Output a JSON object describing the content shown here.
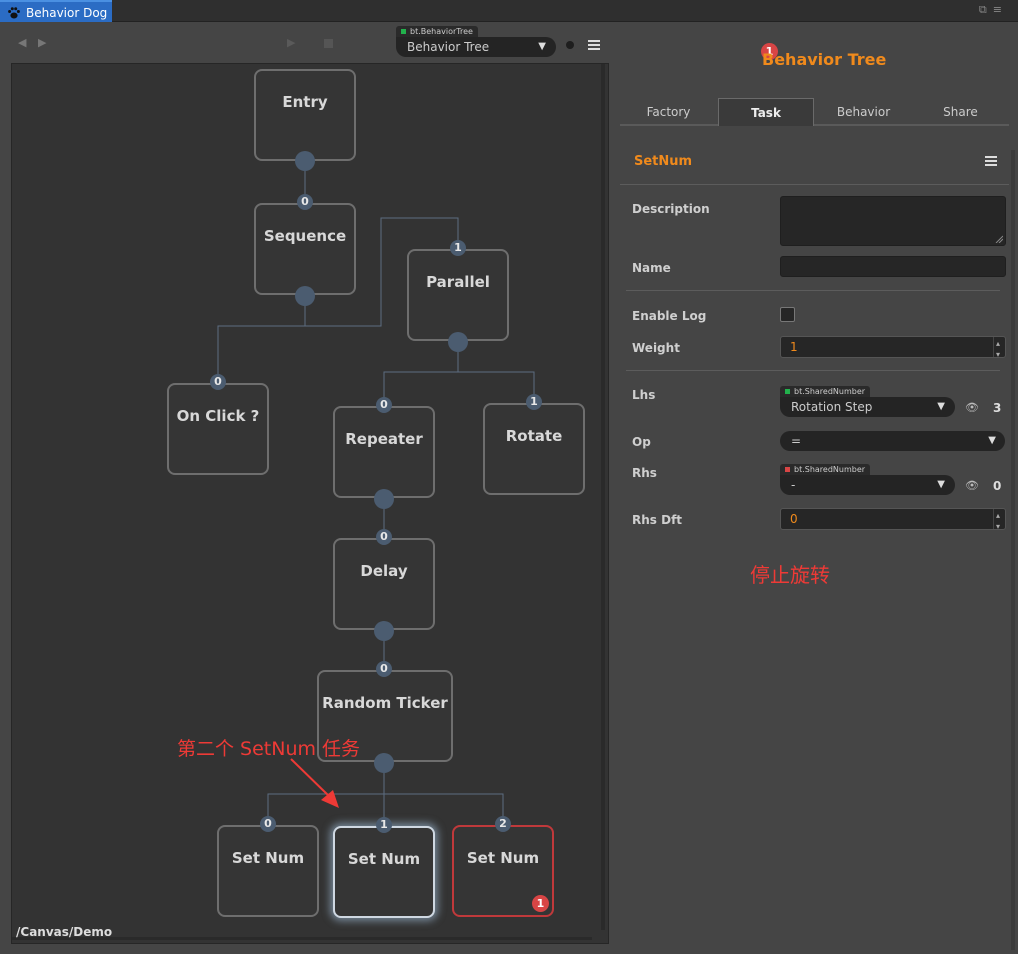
{
  "window": {
    "tab_title": "Behavior Dog"
  },
  "toolbar": {
    "tree_type_tag": "bt.BehaviorTree",
    "tree_type_color": "#22b14c",
    "tree_name": "Behavior Tree"
  },
  "canvas": {
    "path": "/Canvas/Demo",
    "nodes": {
      "entry": "Entry",
      "sequence": "Sequence",
      "parallel": "Parallel",
      "on_click": "On Click ?",
      "repeater": "Repeater",
      "rotate": "Rotate",
      "delay": "Delay",
      "random_ticker": "Random Ticker",
      "set_num_0": "Set Num",
      "set_num_1": "Set Num",
      "set_num_2": "Set Num"
    },
    "indices": {
      "sequence": "0",
      "parallel": "1",
      "on_click": "0",
      "repeater": "0",
      "rotate": "1",
      "delay": "0",
      "random_ticker": "0",
      "set_num_0": "0",
      "set_num_1": "1",
      "set_num_2": "2"
    },
    "error_badge": "1",
    "annotation": "第二个 SetNum 任务",
    "annotation_color": "#ee3a36"
  },
  "panel": {
    "title": "Behavior Tree",
    "title_badge": "1",
    "tabs": [
      "Factory",
      "Task",
      "Behavior",
      "Share"
    ],
    "active_tab": "Task",
    "section_title": "SetNum",
    "fields": {
      "description_label": "Description",
      "description_value": "",
      "name_label": "Name",
      "name_value": "",
      "enable_log_label": "Enable Log",
      "weight_label": "Weight",
      "weight_value": "1",
      "lhs_label": "Lhs",
      "lhs_type": "bt.SharedNumber",
      "lhs_type_color": "#22b14c",
      "lhs_value": "Rotation Step",
      "lhs_preview": "3",
      "op_label": "Op",
      "op_value": "=",
      "rhs_label": "Rhs",
      "rhs_type": "bt.SharedNumber",
      "rhs_type_color": "#d84545",
      "rhs_value": "-",
      "rhs_preview": "0",
      "rhs_dft_label": "Rhs Dft",
      "rhs_dft_value": "0"
    },
    "note": "停止旋转",
    "accent_color": "#f08a1c"
  }
}
